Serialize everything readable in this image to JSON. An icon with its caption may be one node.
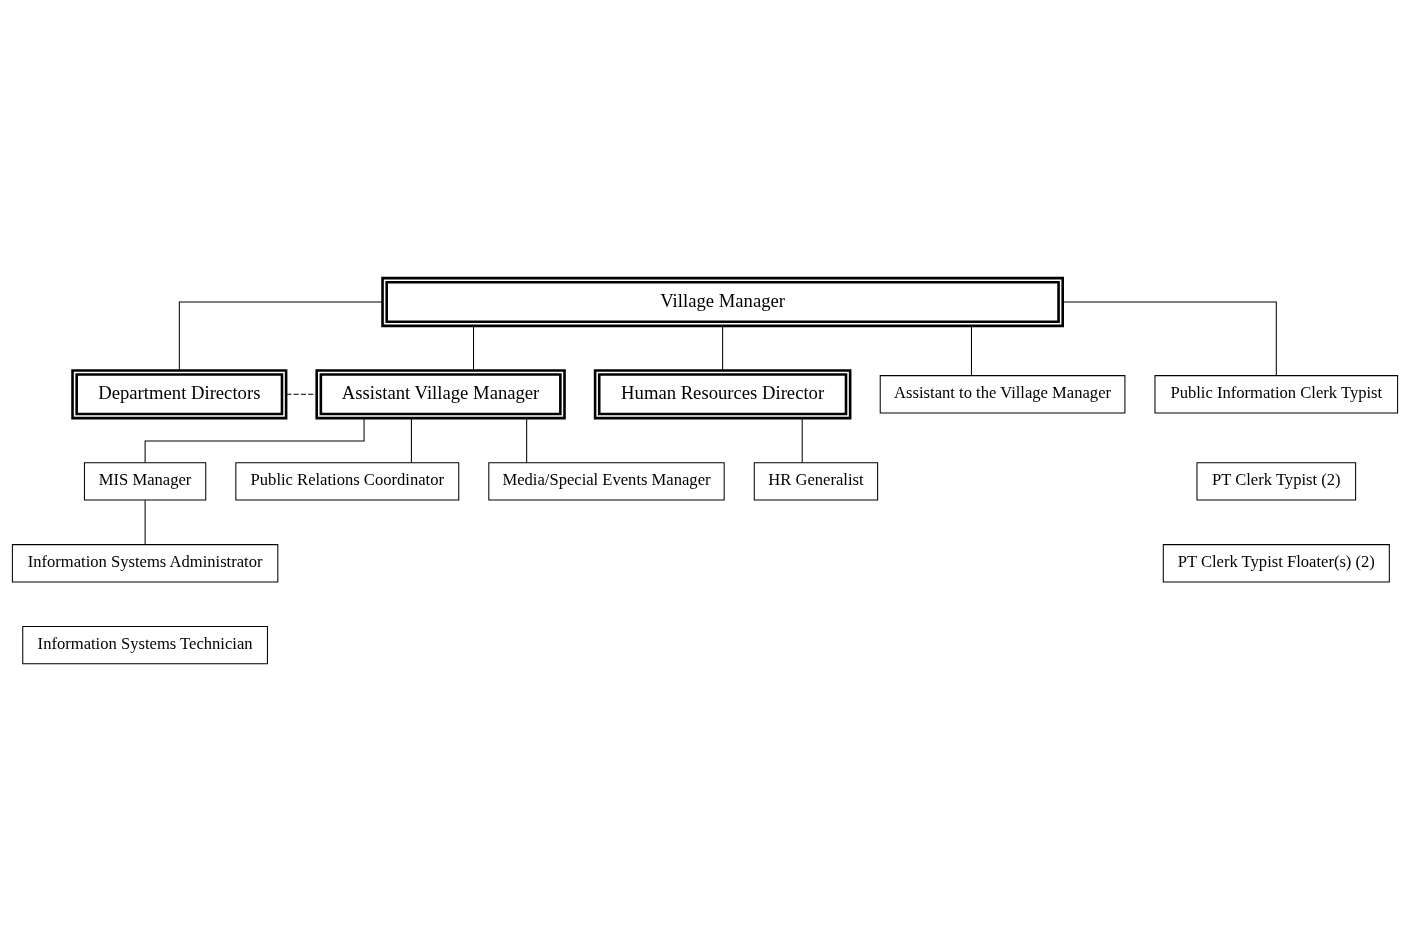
{
  "diagram": {
    "nodes": [
      {
        "text": [
          "Village Manager"
        ]
      },
      {
        "text": [
          "Department Directors"
        ]
      },
      {
        "text": [
          "Assistant Village Manager"
        ]
      },
      {
        "text": [
          "Human Resources Director"
        ]
      },
      {
        "text": [
          "MIS Manager"
        ]
      },
      {
        "text": [
          "Assistant to the Village Manager"
        ]
      },
      {
        "text": [
          "HR Generalist"
        ]
      },
      {
        "text": [
          "Information Systems Administrator"
        ]
      },
      {
        "text": [
          "Information Systems Technician"
        ]
      },
      {
        "text": [
          "Public Relations Coordinator"
        ]
      },
      {
        "text": [
          "Media/Special Events Manager"
        ]
      },
      {
        "text": [
          "Public Information Clerk Typist"
        ]
      },
      {
        "text": [
          "PT Clerk Typist (2)"
        ]
      },
      {
        "text": [
          "PT Clerk Typist Floater(s) (2)"
        ]
      }
    ],
    "edges": [
      {
        "from": 0,
        "to": 1,
        "arrow": "none"
      },
      {
        "from": 0,
        "to": 2,
        "arrow": "none"
      },
      {
        "from": 0,
        "to": 5,
        "arrow": "none"
      },
      {
        "from": 0,
        "to": 3,
        "arrow": "none"
      },
      {
        "from": 0,
        "to": 11,
        "arrow": "none"
      },
      {
        "from": 1,
        "to": 2,
        "arrow": "none",
        "style": "dashed"
      },
      {
        "from": 2,
        "to": 4,
        "arrow": "none"
      },
      {
        "from": 2,
        "to": 9,
        "arrow": "none"
      },
      {
        "from": 2,
        "to": 10,
        "arrow": "none"
      },
      {
        "from": 3,
        "to": 6,
        "arrow": "none"
      },
      {
        "from": 4,
        "to": 7,
        "arrow": "none"
      }
    ]
  }
}
